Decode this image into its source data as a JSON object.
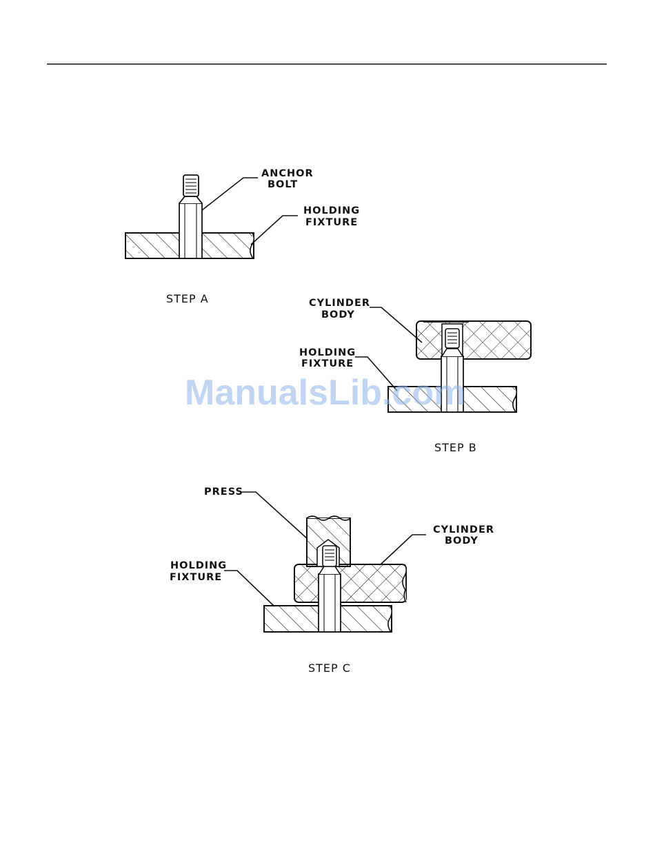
{
  "watermark": "ManualsLib.com",
  "step_a": {
    "caption": "STEP A",
    "anchor_bolt": [
      "ANCHOR",
      "BOLT"
    ],
    "holding_fixture": [
      "HOLDING",
      "FIXTURE"
    ]
  },
  "step_b": {
    "caption": "STEP B",
    "cylinder_body": [
      "CYLINDER",
      "BODY"
    ],
    "holding_fixture": [
      "HOLDING",
      "FIXTURE"
    ]
  },
  "step_c": {
    "caption": "STEP C",
    "press": "PRESS",
    "cylinder_body": [
      "CYLINDER",
      "BODY"
    ],
    "holding_fixture": [
      "HOLDING",
      "FIXTURE"
    ]
  }
}
